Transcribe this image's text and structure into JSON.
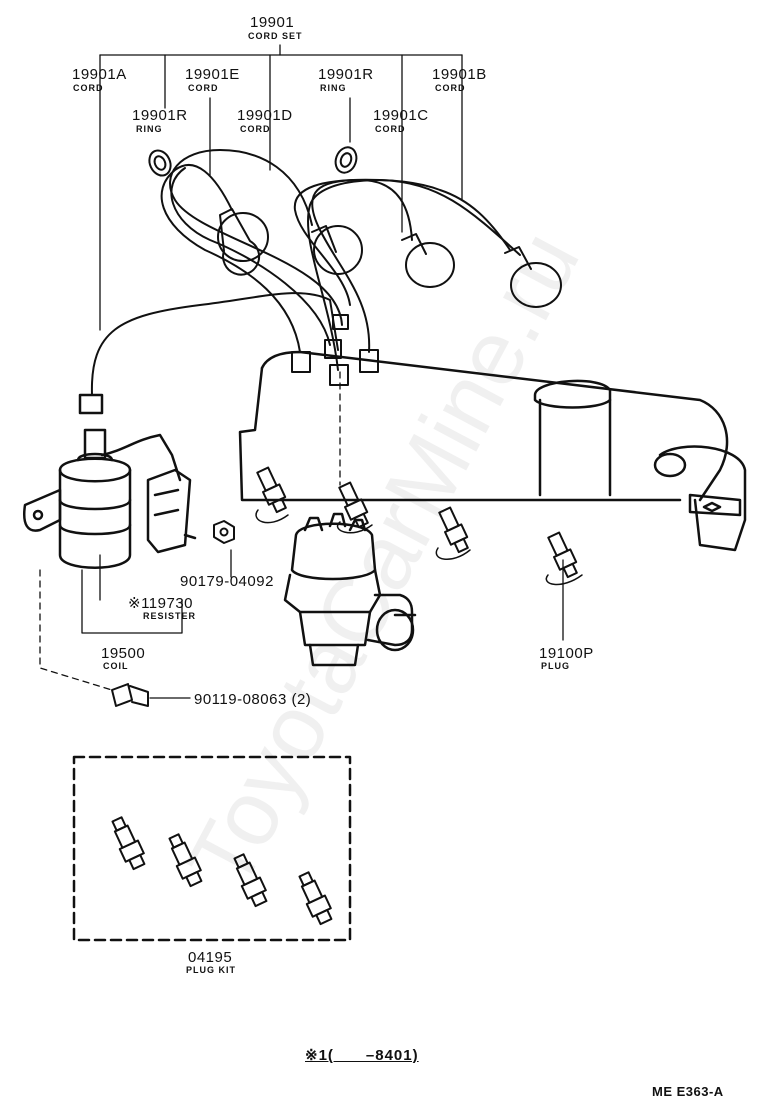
{
  "labels": {
    "cord_set": {
      "number": "19901",
      "name": "CORD SET"
    },
    "cord_a": {
      "number": "19901A",
      "name": "CORD"
    },
    "cord_e": {
      "number": "19901E",
      "name": "CORD"
    },
    "ring_left": {
      "number": "19901R",
      "name": "RING"
    },
    "cord_d": {
      "number": "19901D",
      "name": "CORD"
    },
    "ring_right": {
      "number": "19901R",
      "name": "RING"
    },
    "cord_c": {
      "number": "19901C",
      "name": "CORD"
    },
    "cord_b": {
      "number": "19901B",
      "name": "CORD"
    },
    "resister": {
      "number": "※119730",
      "name": "RESISTER"
    },
    "nut": {
      "number": "90179-04092"
    },
    "coil": {
      "number": "19500",
      "name": "COIL"
    },
    "bolt": {
      "number": "90119-08063 (2)"
    },
    "plug": {
      "number": "19100P",
      "name": "PLUG"
    },
    "plug_kit": {
      "number": "04195",
      "name": "PLUG KIT"
    }
  },
  "footnote": "※1(　　–8401)",
  "diagram_code": "ME E363-A",
  "watermark": "ToyotaCarMine.ru",
  "colors": {
    "ink": "#111111",
    "paper": "#ffffff"
  }
}
